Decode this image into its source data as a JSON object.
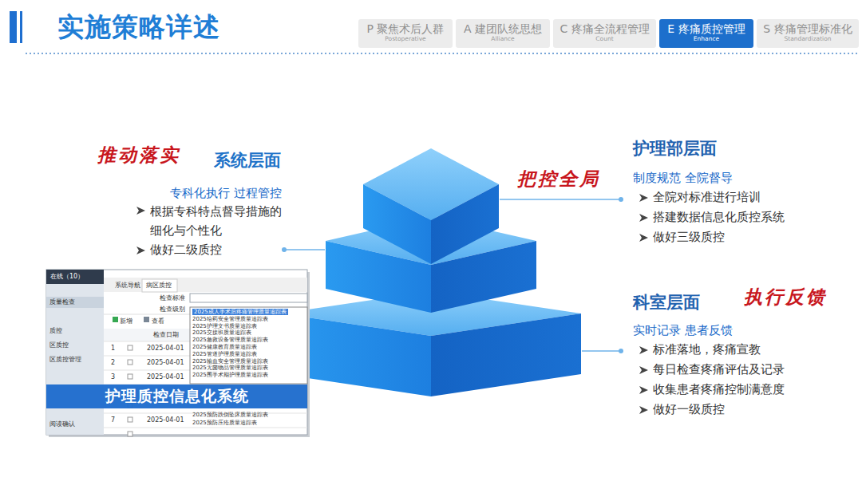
{
  "diagram": {
    "title": "实施策略详述",
    "nodes": [
      {
        "text": [
          "P 聚焦术后人群",
          "Postoperative"
        ]
      },
      {
        "text": [
          "A 建团队统思想",
          "Alliance"
        ]
      },
      {
        "text": [
          "C 疼痛全流程管理",
          "Count"
        ]
      },
      {
        "text": [
          "E 疼痛质控管理",
          "Enhance"
        ]
      },
      {
        "text": [
          "S 疼痛管理标准化",
          "Standardization"
        ]
      },
      {
        "text": [
          "护理质控信息化系统"
        ]
      }
    ],
    "labels": [
      "推动落实",
      "系统层面",
      "专科化执行 过程管控",
      "根据专科特点督导措施的细化与个性化",
      "做好二级质控",
      "把控全局",
      "护理部层面",
      "制度规范 全院督导",
      "全院对标准进行培训",
      "搭建数据信息化质控系统",
      "做好三级质控",
      "科室层面",
      "执行反馈",
      "实时记录 患者反馈",
      "标准落地，疼痛宣教",
      "每日检查疼痛评估及记录",
      "收集患者疼痛控制满意度",
      "做好一级质控",
      "在线（10）",
      "系统导航",
      "病区质控",
      "检查标准",
      "检查级别",
      "新增",
      "查看",
      "检查日期",
      "质量检查",
      "质控",
      "区质控",
      "区质控管理",
      "阅读确认",
      "1",
      "2025-04-01",
      "2",
      "2025-04-01",
      "3",
      "2025-04-01",
      "7",
      "2025-04-01",
      "2025成人手术后疼痛管理质量追踪表",
      "2025给药安全管理质量追踪表",
      "2025护理文书质量追踪表",
      "2025交接班质量追踪表",
      "2025急救设备管理质量追踪表",
      "2025健康教育质量追踪表",
      "2025管道护理质量追踪表",
      "2025输血安全管理质量追踪表",
      "2025无菌物品管理质量追踪表",
      "2025围手术期护理质量追踪表",
      "2025预防跌倒坠床质量追踪表",
      "2025预防压疮质量追踪表"
    ]
  }
}
